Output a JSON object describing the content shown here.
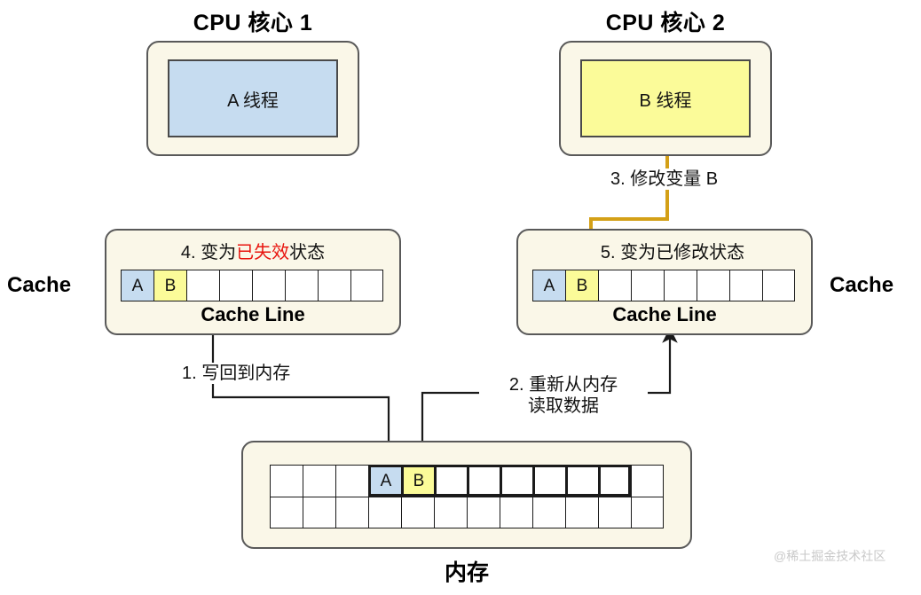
{
  "diagram": {
    "title_core1": "CPU 核心 1",
    "title_core2": "CPU 核心 2",
    "thread_a": "A 线程",
    "thread_b": "B 线程",
    "side_label_left": "Cache",
    "side_label_right": "Cache",
    "cacheline_label_left": "Cache Line",
    "cacheline_label_right": "Cache Line",
    "memory_title": "内存",
    "watermark": "@稀土掘金技术社区"
  },
  "left_cache": {
    "heading_prefix": "4. 变为",
    "heading_highlight": "已失效",
    "heading_suffix": "状态",
    "cells": [
      "A",
      "B",
      "",
      "",
      "",
      "",
      "",
      ""
    ],
    "cell_styles": [
      "blue",
      "yellow",
      "",
      "",
      "",
      "",
      "",
      ""
    ],
    "invalidated": true
  },
  "right_cache": {
    "heading": "5. 变为已修改状态",
    "cells": [
      "A",
      "B",
      "",
      "",
      "",
      "",
      "",
      ""
    ],
    "cell_styles": [
      "blue",
      "yellow",
      "",
      "",
      "",
      "",
      "",
      ""
    ],
    "invalidated": false
  },
  "memory": {
    "row1": [
      "",
      "",
      "",
      "A",
      "B",
      "",
      "",
      "",
      "",
      "",
      "",
      ""
    ],
    "row1_styles": [
      "",
      "",
      "",
      "blue",
      "yellow",
      "",
      "",
      "",
      "",
      "",
      "",
      ""
    ],
    "row1_thick": [
      false,
      false,
      false,
      true,
      true,
      true,
      true,
      true,
      true,
      true,
      true,
      false
    ],
    "row2": [
      "",
      "",
      "",
      "",
      "",
      "",
      "",
      "",
      "",
      "",
      "",
      ""
    ],
    "row2_styles": [
      "",
      "",
      "",
      "",
      "",
      "",
      "",
      "",
      "",
      "",
      "",
      ""
    ]
  },
  "steps": {
    "step1": "1. 写回到内存",
    "step2_line1": "2. 重新从内存",
    "step2_line2": "读取数据",
    "step3": "3. 修改变量 B"
  },
  "colors": {
    "box_fill": "#faf7e8",
    "box_border": "#595959",
    "cell_blue": "#c6dcf0",
    "cell_yellow": "#fbfb99",
    "invalid_red": "#e8150f",
    "arrow_amber": "#d4a017",
    "arrow_black": "#1a1a1a"
  }
}
